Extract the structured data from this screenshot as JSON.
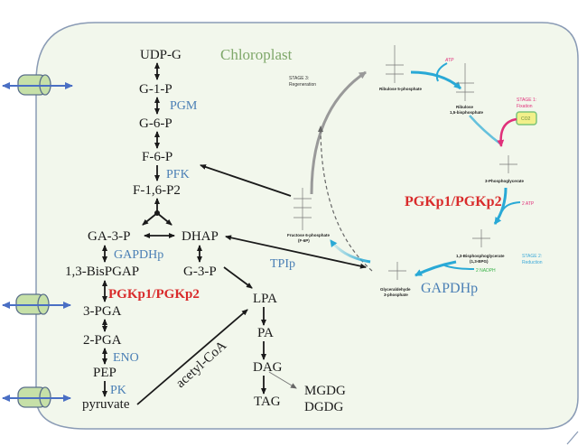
{
  "compartment": {
    "title": "Chloroplast",
    "fill": "#f2f7ec",
    "border": "#8a9bb5"
  },
  "colors": {
    "metabolite": "#1a1a1a",
    "enzyme": "#4a7fb5",
    "highlight_enzyme": "#d92b2b",
    "title": "#7fa86a",
    "cyan_arrow": "#29a9d6",
    "magenta": "#e0307a",
    "stage2": "#3aa8d8",
    "nadph": "#3bb34a",
    "transporter_fill": "#c6e0a8",
    "transporter_arrow": "#4a6fc4"
  },
  "glycolysis": {
    "udpg": "UDP-G",
    "g1p": "G-1-P",
    "pgm": "PGM",
    "g6p": "G-6-P",
    "f6p": "F-6-P",
    "pfk": "PFK",
    "f16p2": "F-1,6-P2",
    "ga3p": "GA-3-P",
    "dhap": "DHAP",
    "gapdhp": "GAPDHp",
    "bispgap": "1,3-BisPGAP",
    "g3p": "G-3-P",
    "pgkp": "PGKp1/PGKp2",
    "pga3": "3-PGA",
    "pga2": "2-PGA",
    "eno": "ENO",
    "pep": "PEP",
    "pk": "PK",
    "pyruvate": "pyruvate",
    "acetylcoa": "acetyl-CoA"
  },
  "lipid": {
    "lpa": "LPA",
    "pa": "PA",
    "dag": "DAG",
    "tag": "TAG",
    "mgdg": "MGDG",
    "dgdg": "DGDG",
    "tpip": "TPIp"
  },
  "calvin": {
    "stage3": "STAGE 3:",
    "regeneration": "Regeneration",
    "ribulose5p": "Ribulose 5-phosphate",
    "atp": "ATP",
    "rubp1": "Ribulose",
    "rubp2": "1,5-bisphosphate",
    "stage1": "STAGE 1:",
    "fixation": "Fixation",
    "co2": "CO2",
    "pga3": "3-Phosphoglycerate",
    "pgkp": "PGKp1/PGKp2",
    "atp2": "2 ATP",
    "bpg1": "1,3-Bisphosphoglycerate",
    "bpg2": "(1,3-BPG)",
    "stage2": "STAGE 2:",
    "reduction": "Reduction",
    "nadph": "2 NADPH",
    "g3p1": "Glyceraldehyde",
    "g3p2": "3-phosphate",
    "gapdhp": "GAPDHp",
    "f6p1": "Fructose 6-phosphate",
    "f6p2": "(F-6P)"
  }
}
